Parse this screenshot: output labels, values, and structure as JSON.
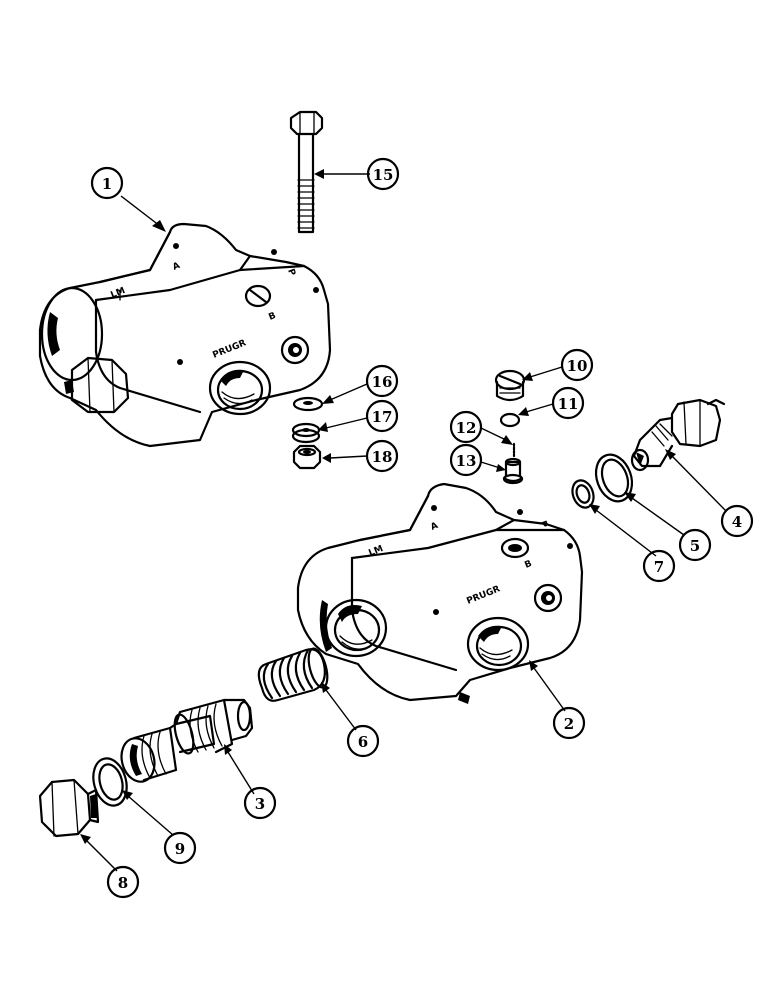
{
  "diagram": {
    "callouts": [
      {
        "id": "c1",
        "label": "1"
      },
      {
        "id": "c2",
        "label": "2"
      },
      {
        "id": "c3",
        "label": "3"
      },
      {
        "id": "c4",
        "label": "4"
      },
      {
        "id": "c5",
        "label": "5"
      },
      {
        "id": "c6",
        "label": "6"
      },
      {
        "id": "c7",
        "label": "7"
      },
      {
        "id": "c8",
        "label": "8"
      },
      {
        "id": "c9",
        "label": "9"
      },
      {
        "id": "c10",
        "label": "10"
      },
      {
        "id": "c11",
        "label": "11"
      },
      {
        "id": "c12",
        "label": "12"
      },
      {
        "id": "c13",
        "label": "13"
      },
      {
        "id": "c15",
        "label": "15"
      },
      {
        "id": "c16",
        "label": "16"
      },
      {
        "id": "c17",
        "label": "17"
      },
      {
        "id": "c18",
        "label": "18"
      }
    ],
    "body_markings": {
      "brand": "PRUGR",
      "port_a": "A",
      "port_p": "P",
      "port_b": "B",
      "tag": "LM"
    }
  }
}
